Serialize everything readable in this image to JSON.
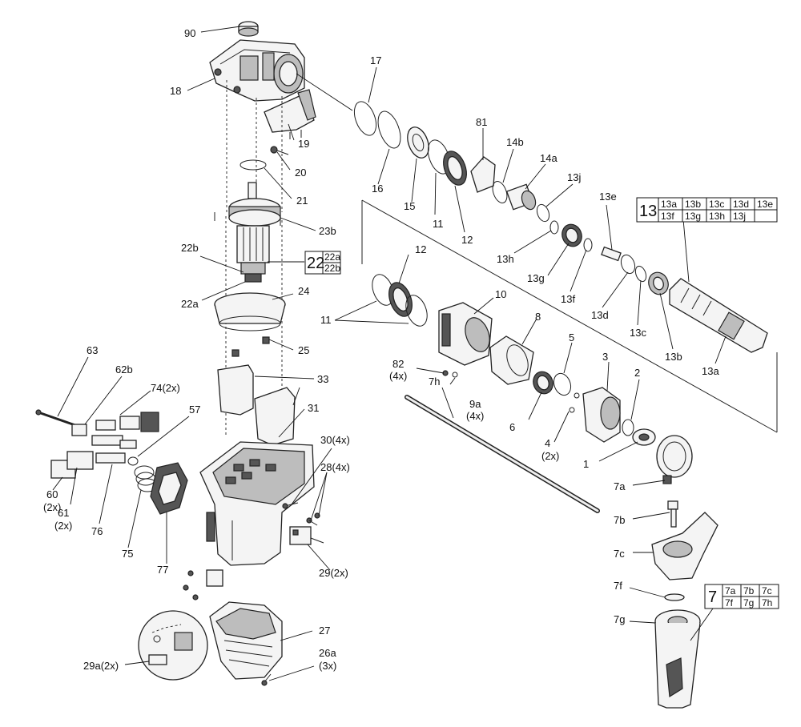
{
  "labels": {
    "l90": "90",
    "l18": "18",
    "l17": "17",
    "l19": "19",
    "l81": "81",
    "l14b": "14b",
    "l14a": "14a",
    "l13j": "13j",
    "l20": "20",
    "l16": "16",
    "l15": "15",
    "l11a": "11",
    "l12a": "12",
    "l21": "21",
    "l13e": "13e",
    "l23b": "23b",
    "l13h": "13h",
    "l13g": "13g",
    "l13f": "13f",
    "l13d": "13d",
    "l13c": "13c",
    "l13b": "13b",
    "l13a": "13a",
    "l22b": "22b",
    "l12b": "12",
    "l10": "10",
    "l22a": "22a",
    "l24": "24",
    "l11b": "11",
    "l8": "8",
    "l5": "5",
    "l3": "3",
    "l2": "2",
    "l25": "25",
    "l63": "63",
    "l82": "82",
    "l82q": "(4x)",
    "l7h": "7h",
    "l9a": "9a",
    "l9aq": "(4x)",
    "l62b": "62b",
    "l33": "33",
    "l74": "74(2x)",
    "l6": "6",
    "l4": "4",
    "l4q": "(2x)",
    "l31": "31",
    "l57": "57",
    "l30": "30(4x)",
    "l28": "28(4x)",
    "l1": "1",
    "l60": "60",
    "l60q": "(2x)",
    "l61": "61",
    "l61q": "(2x)",
    "l76": "76",
    "l7a": "7a",
    "l7b": "7b",
    "l7c": "7c",
    "l75": "75",
    "l77": "77",
    "l29": "29(2x)",
    "l7f": "7f",
    "l7g": "7g",
    "l27": "27",
    "l29a": "29a(2x)",
    "l26a": "26a",
    "l26aq": "(3x)"
  },
  "kits": {
    "kit13": {
      "number": "13",
      "row1": [
        "13a",
        "13b",
        "13c",
        "13d",
        "13e"
      ],
      "row2": [
        "13f",
        "13g",
        "13h",
        "13j",
        ""
      ]
    },
    "kit22": {
      "number": "22",
      "rows": [
        "22a",
        "22b"
      ]
    },
    "kit7": {
      "number": "7",
      "row1": [
        "7a",
        "7b",
        "7c"
      ],
      "row2": [
        "7f",
        "7g",
        "7h"
      ]
    }
  }
}
